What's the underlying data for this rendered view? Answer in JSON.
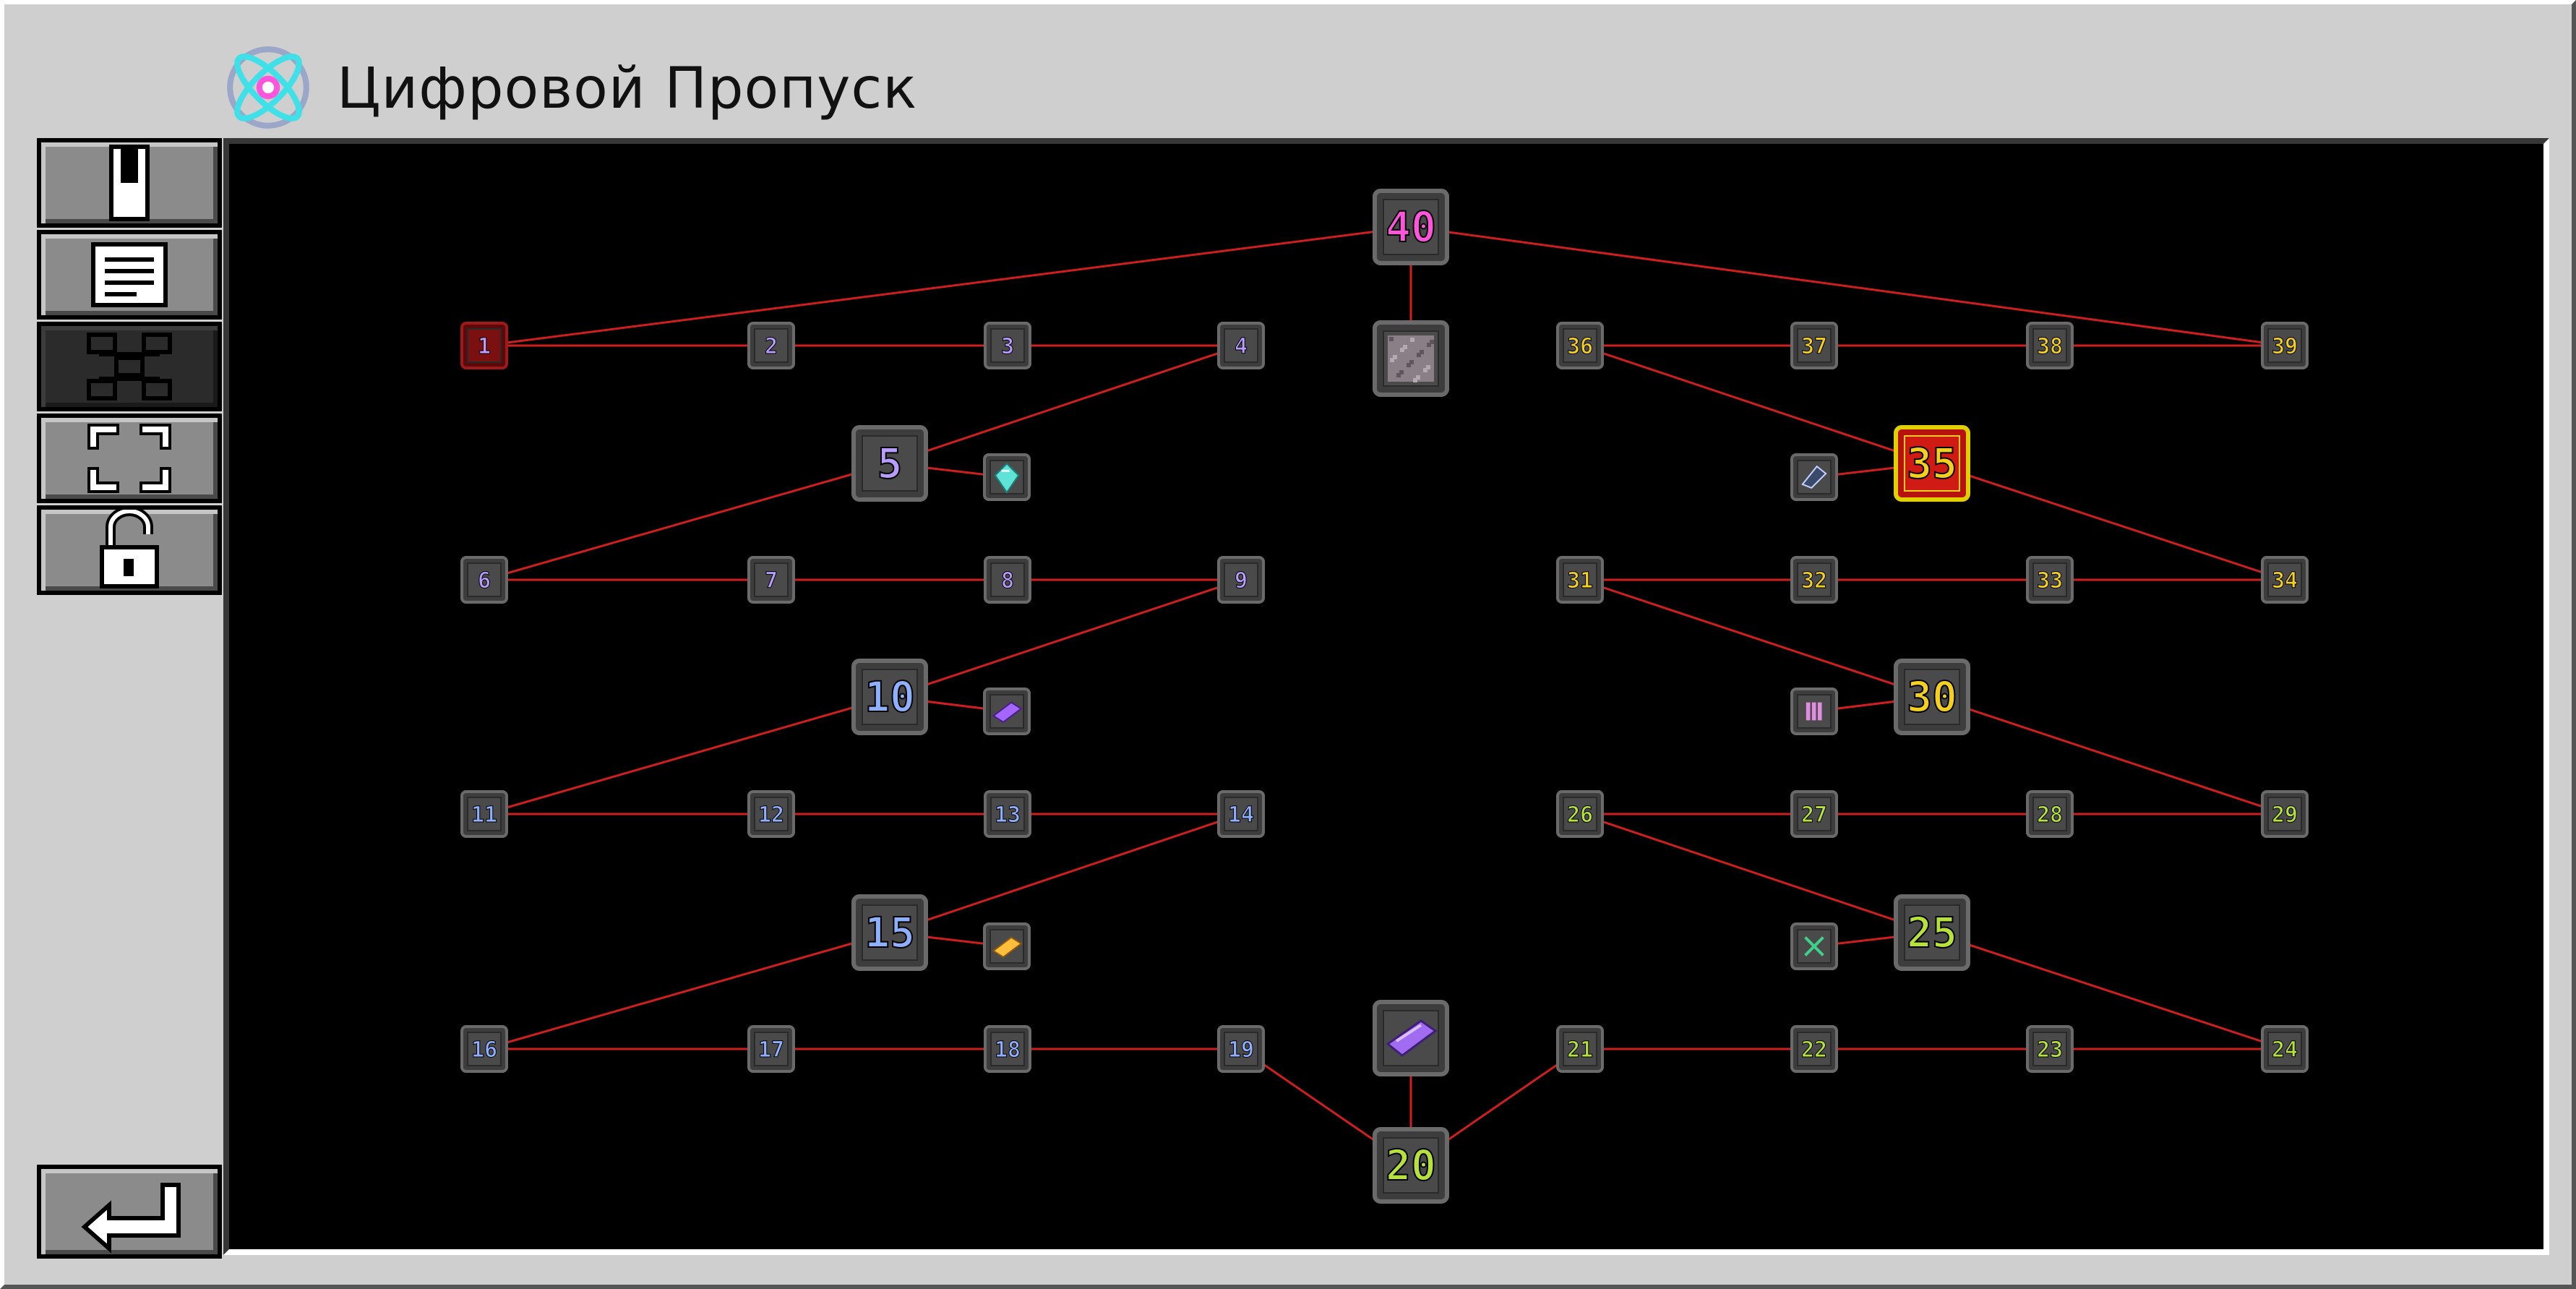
{
  "window": {
    "title": "Цифровой Пропуск"
  },
  "sidebar": {
    "items": [
      {
        "name": "sidebar-item-quests",
        "icon": "bookmark-icon",
        "active": false
      },
      {
        "name": "sidebar-item-notes",
        "icon": "document-icon",
        "active": false
      },
      {
        "name": "sidebar-item-tree",
        "icon": "hierarchy-icon",
        "active": true
      },
      {
        "name": "sidebar-item-fullscreen",
        "icon": "fullscreen-icon",
        "active": false
      },
      {
        "name": "sidebar-item-unlock",
        "icon": "padlock-open-icon",
        "active": false
      }
    ],
    "back_icon": "return-arrow-icon"
  },
  "colors": {
    "line": "#d01e1e",
    "purple": "#b89cff",
    "blue": "#8fb0ff",
    "green": "#b6e03a",
    "yellow": "#f3cf1e",
    "magenta": "#ff55dd",
    "red": "#c49bff"
  },
  "nodes": [
    {
      "id": "1",
      "label": "1",
      "theme": "red",
      "size": "small"
    },
    {
      "id": "2",
      "label": "2",
      "theme": "purple",
      "size": "small"
    },
    {
      "id": "3",
      "label": "3",
      "theme": "purple",
      "size": "small"
    },
    {
      "id": "4",
      "label": "4",
      "theme": "purple",
      "size": "small"
    },
    {
      "id": "5",
      "label": "5",
      "theme": "purple",
      "size": "big"
    },
    {
      "id": "6",
      "label": "6",
      "theme": "purple",
      "size": "small"
    },
    {
      "id": "7",
      "label": "7",
      "theme": "purple",
      "size": "small"
    },
    {
      "id": "8",
      "label": "8",
      "theme": "purple",
      "size": "small"
    },
    {
      "id": "9",
      "label": "9",
      "theme": "purple",
      "size": "small"
    },
    {
      "id": "10",
      "label": "10",
      "theme": "blue",
      "size": "big"
    },
    {
      "id": "11",
      "label": "11",
      "theme": "blue",
      "size": "small"
    },
    {
      "id": "12",
      "label": "12",
      "theme": "blue",
      "size": "small"
    },
    {
      "id": "13",
      "label": "13",
      "theme": "blue",
      "size": "small"
    },
    {
      "id": "14",
      "label": "14",
      "theme": "blue",
      "size": "small"
    },
    {
      "id": "15",
      "label": "15",
      "theme": "blue",
      "size": "big"
    },
    {
      "id": "16",
      "label": "16",
      "theme": "blue",
      "size": "small"
    },
    {
      "id": "17",
      "label": "17",
      "theme": "blue",
      "size": "small"
    },
    {
      "id": "18",
      "label": "18",
      "theme": "blue",
      "size": "small"
    },
    {
      "id": "19",
      "label": "19",
      "theme": "blue",
      "size": "small"
    },
    {
      "id": "20",
      "label": "20",
      "theme": "green",
      "size": "big"
    },
    {
      "id": "21",
      "label": "21",
      "theme": "green",
      "size": "small"
    },
    {
      "id": "22",
      "label": "22",
      "theme": "green",
      "size": "small"
    },
    {
      "id": "23",
      "label": "23",
      "theme": "green",
      "size": "small"
    },
    {
      "id": "24",
      "label": "24",
      "theme": "green",
      "size": "small"
    },
    {
      "id": "25",
      "label": "25",
      "theme": "green",
      "size": "big"
    },
    {
      "id": "26",
      "label": "26",
      "theme": "green",
      "size": "small"
    },
    {
      "id": "27",
      "label": "27",
      "theme": "green",
      "size": "small"
    },
    {
      "id": "28",
      "label": "28",
      "theme": "green",
      "size": "small"
    },
    {
      "id": "29",
      "label": "29",
      "theme": "green",
      "size": "small"
    },
    {
      "id": "30",
      "label": "30",
      "theme": "yellow",
      "size": "big"
    },
    {
      "id": "31",
      "label": "31",
      "theme": "yellow",
      "size": "small"
    },
    {
      "id": "32",
      "label": "32",
      "theme": "yellow",
      "size": "small"
    },
    {
      "id": "33",
      "label": "33",
      "theme": "yellow",
      "size": "small"
    },
    {
      "id": "34",
      "label": "34",
      "theme": "yellow",
      "size": "small"
    },
    {
      "id": "35",
      "label": "35",
      "theme": "yellow",
      "size": "big",
      "highlight": true
    },
    {
      "id": "36",
      "label": "36",
      "theme": "yellow",
      "size": "small"
    },
    {
      "id": "37",
      "label": "37",
      "theme": "yellow",
      "size": "small"
    },
    {
      "id": "38",
      "label": "38",
      "theme": "yellow",
      "size": "small"
    },
    {
      "id": "39",
      "label": "39",
      "theme": "yellow",
      "size": "small"
    },
    {
      "id": "40",
      "label": "40",
      "theme": "magenta",
      "size": "big"
    },
    {
      "id": "r5",
      "icon": "diamond-gem-icon",
      "size": "small"
    },
    {
      "id": "r10",
      "icon": "purple-ingot-icon",
      "size": "small"
    },
    {
      "id": "r15",
      "icon": "gold-ingot-icon",
      "size": "small"
    },
    {
      "id": "r20",
      "icon": "purple-bar-icon",
      "size": "big"
    },
    {
      "id": "r25",
      "icon": "green-emblem-icon",
      "size": "small"
    },
    {
      "id": "r30",
      "icon": "pink-cells-icon",
      "size": "small"
    },
    {
      "id": "r35",
      "icon": "dark-crystal-icon",
      "size": "small"
    },
    {
      "id": "r40",
      "icon": "stone-block-icon",
      "size": "big"
    }
  ],
  "edges": [
    [
      "40",
      "1"
    ],
    [
      "40",
      "39"
    ],
    [
      "40",
      "r40"
    ],
    [
      "1",
      "2"
    ],
    [
      "2",
      "3"
    ],
    [
      "3",
      "4"
    ],
    [
      "4",
      "5"
    ],
    [
      "5",
      "r5"
    ],
    [
      "5",
      "6"
    ],
    [
      "6",
      "7"
    ],
    [
      "7",
      "8"
    ],
    [
      "8",
      "9"
    ],
    [
      "9",
      "10"
    ],
    [
      "10",
      "r10"
    ],
    [
      "10",
      "11"
    ],
    [
      "11",
      "12"
    ],
    [
      "12",
      "13"
    ],
    [
      "13",
      "14"
    ],
    [
      "14",
      "15"
    ],
    [
      "15",
      "r15"
    ],
    [
      "15",
      "16"
    ],
    [
      "16",
      "17"
    ],
    [
      "17",
      "18"
    ],
    [
      "18",
      "19"
    ],
    [
      "19",
      "20"
    ],
    [
      "20",
      "r20"
    ],
    [
      "20",
      "21"
    ],
    [
      "21",
      "22"
    ],
    [
      "22",
      "23"
    ],
    [
      "23",
      "24"
    ],
    [
      "24",
      "25"
    ],
    [
      "25",
      "r25"
    ],
    [
      "25",
      "26"
    ],
    [
      "26",
      "27"
    ],
    [
      "27",
      "28"
    ],
    [
      "28",
      "29"
    ],
    [
      "29",
      "30"
    ],
    [
      "30",
      "r30"
    ],
    [
      "30",
      "31"
    ],
    [
      "31",
      "32"
    ],
    [
      "32",
      "33"
    ],
    [
      "33",
      "34"
    ],
    [
      "34",
      "35"
    ],
    [
      "35",
      "r35"
    ],
    [
      "35",
      "36"
    ],
    [
      "36",
      "37"
    ],
    [
      "37",
      "38"
    ],
    [
      "38",
      "39"
    ]
  ]
}
